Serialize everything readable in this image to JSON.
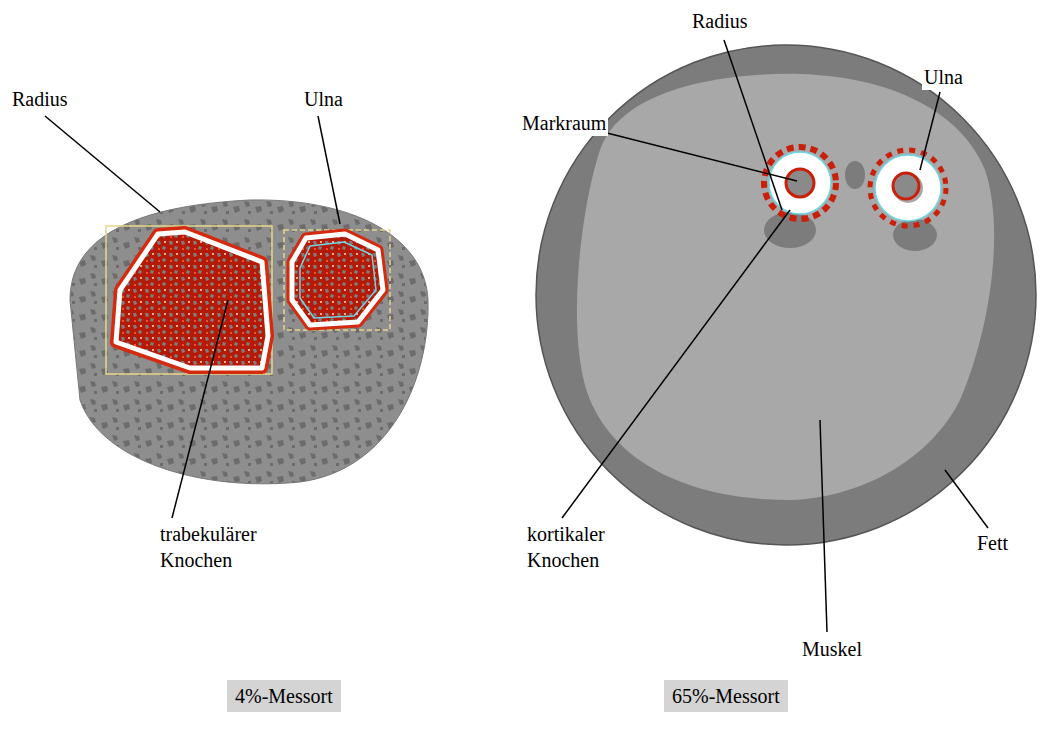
{
  "diagram": {
    "nodes": [
      {
        "text": [
          "4%-Messort"
        ]
      },
      {
        "text": [
          "65%-Messort"
        ]
      }
    ],
    "labels": [
      "Radius",
      "Ulna",
      "trabekulärer Knochen",
      "Radius",
      "Ulna",
      "Markraum",
      "kortikaler Knochen",
      "Fett",
      "Muskel"
    ]
  }
}
